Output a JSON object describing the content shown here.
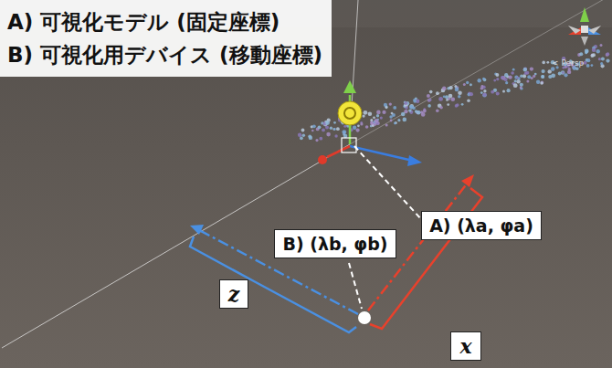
{
  "diagram": {
    "nodes": [
      {
        "text": [
          "A) 可視化モデル (固定座標)",
          "B) 可視化用デバイス (移動座標)"
        ]
      },
      {
        "text": [
          "A) (λa, φa)"
        ]
      },
      {
        "text": [
          "B) (λb, φb)"
        ]
      },
      {
        "text": [
          "x"
        ]
      },
      {
        "text": [
          "z"
        ]
      }
    ],
    "edges": [],
    "labels": [
      "< Persp"
    ]
  }
}
